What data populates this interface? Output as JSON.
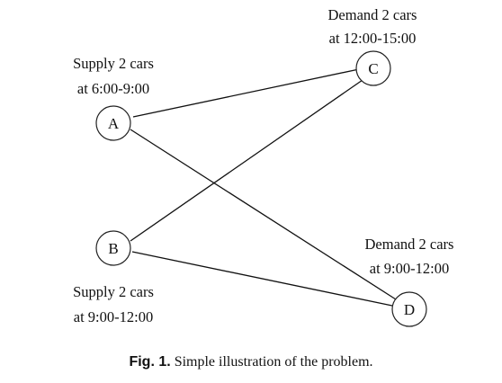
{
  "nodes": {
    "A": "A",
    "B": "B",
    "C": "C",
    "D": "D"
  },
  "annotations": {
    "A": [
      "Supply 2 cars",
      "at 6:00-9:00"
    ],
    "B": [
      "Supply 2 cars",
      "at 9:00-12:00"
    ],
    "C": [
      "Demand 2 cars",
      "at 12:00-15:00"
    ],
    "D": [
      "Demand 2 cars",
      "at 9:00-12:00"
    ]
  },
  "edges": [
    {
      "from": "A",
      "to": "C"
    },
    {
      "from": "A",
      "to": "D"
    },
    {
      "from": "B",
      "to": "C"
    },
    {
      "from": "B",
      "to": "D"
    }
  ],
  "caption": {
    "number": "Fig. 1.",
    "text": " Simple illustration of the problem."
  }
}
